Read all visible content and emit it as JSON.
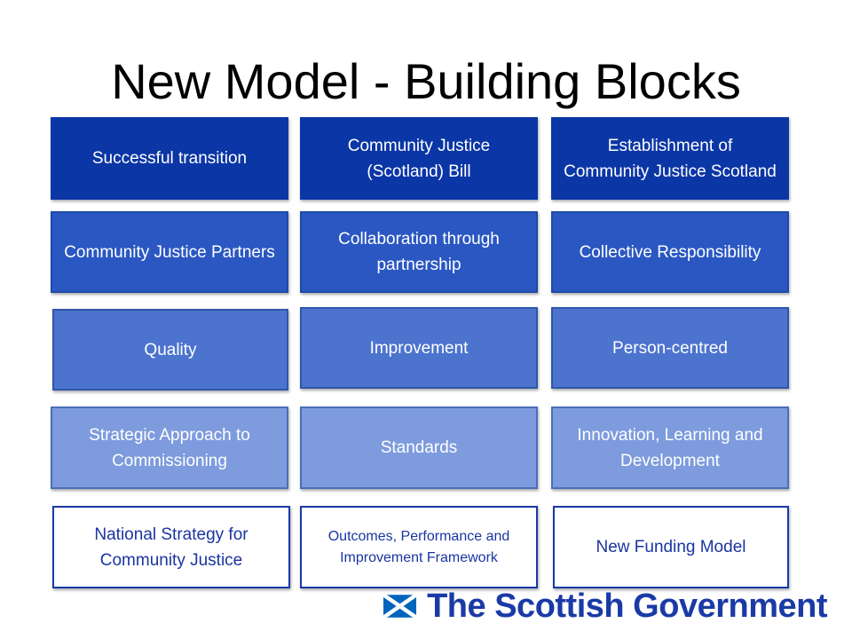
{
  "title": "New Model - Building Blocks",
  "rows": [
    [
      "Successful transition",
      "Community Justice (Scotland) Bill",
      "Establishment of Community Justice Scotland"
    ],
    [
      "Community Justice Partners",
      "Collaboration through partnership",
      "Collective Responsibility"
    ],
    [
      "Quality",
      "Improvement",
      "Person-centred"
    ],
    [
      "Strategic Approach to Commissioning",
      "Standards",
      "Innovation, Learning and Development"
    ],
    [
      "National Strategy for Community Justice",
      "Outcomes, Performance and Improvement Framework",
      "New Funding Model"
    ]
  ],
  "logo": {
    "text": "The Scottish Government",
    "icon": "saltire-flag-icon",
    "flag_blue": "#0065bd",
    "text_color": "#1a3aa6"
  },
  "colors": {
    "row1": "#0b36a6",
    "row2": "#2a57c2",
    "row3": "#4c74ce",
    "row4": "#7d9bdd",
    "row5_border": "#1a3aa6"
  }
}
